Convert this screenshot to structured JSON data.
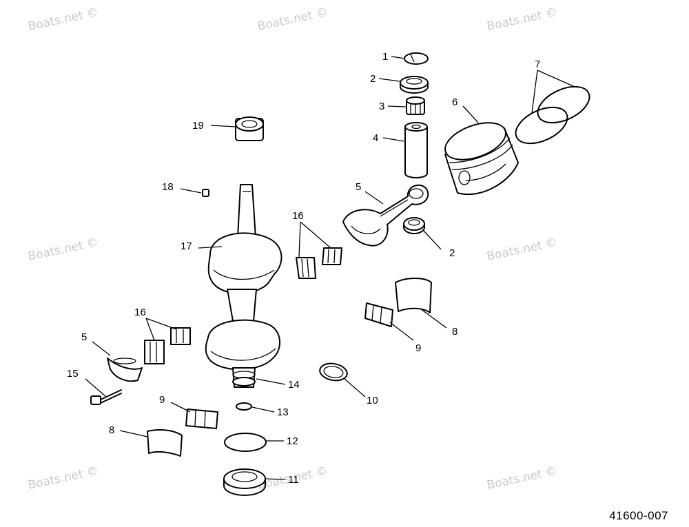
{
  "watermark": "Boats.net ©",
  "figure_number": "41600-007",
  "callouts": {
    "c1": "1",
    "c2a": "2",
    "c3": "3",
    "c4": "4",
    "c5a": "5",
    "c6": "6",
    "c7": "7",
    "c2b": "2",
    "c16a": "16",
    "c17": "17",
    "c18": "18",
    "c19": "19",
    "c8a": "8",
    "c9a": "9",
    "c16b": "16",
    "c5b": "5",
    "c15": "15",
    "c14": "14",
    "c10": "10",
    "c13": "13",
    "c9b": "9",
    "c12": "12",
    "c8b": "8",
    "c11": "11"
  },
  "parts": [
    {
      "ref": "1",
      "icon": "retaining-ring-icon"
    },
    {
      "ref": "2",
      "icon": "thrust-washer-icon"
    },
    {
      "ref": "3",
      "icon": "needle-bearing-icon"
    },
    {
      "ref": "4",
      "icon": "piston-pin-icon"
    },
    {
      "ref": "5",
      "icon": "connecting-rod-icon"
    },
    {
      "ref": "6",
      "icon": "piston-icon"
    },
    {
      "ref": "7",
      "icon": "piston-ring-icon"
    },
    {
      "ref": "8",
      "icon": "bearing-race-icon"
    },
    {
      "ref": "9",
      "icon": "roller-bearing-icon"
    },
    {
      "ref": "10",
      "icon": "retaining-ring-icon"
    },
    {
      "ref": "11",
      "icon": "oil-seal-icon"
    },
    {
      "ref": "12",
      "icon": "o-ring-icon"
    },
    {
      "ref": "13",
      "icon": "o-ring-icon"
    },
    {
      "ref": "14",
      "icon": "ball-bearing-icon"
    },
    {
      "ref": "15",
      "icon": "screw-icon"
    },
    {
      "ref": "16",
      "icon": "roller-bearing-icon"
    },
    {
      "ref": "17",
      "icon": "crankshaft-icon"
    },
    {
      "ref": "18",
      "icon": "key-icon"
    },
    {
      "ref": "19",
      "icon": "needle-bearing-icon"
    }
  ]
}
